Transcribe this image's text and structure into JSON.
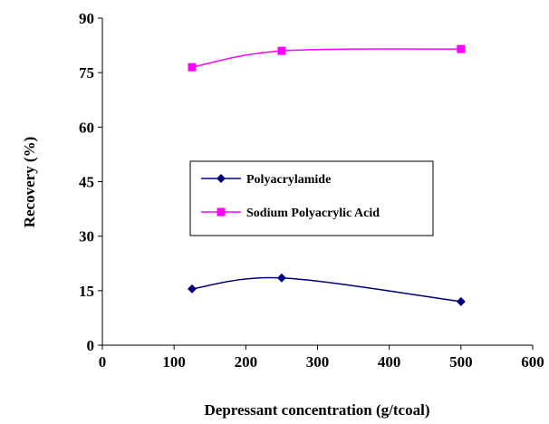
{
  "chart_data": {
    "type": "line",
    "title": "",
    "xlabel": "Depressant concentration (g/tcoal)",
    "ylabel": "Recovery (%)",
    "xlim": [
      0,
      600
    ],
    "ylim": [
      0,
      90
    ],
    "xticks": [
      0,
      100,
      200,
      300,
      400,
      500,
      600
    ],
    "yticks": [
      0,
      15,
      30,
      45,
      60,
      75,
      90
    ],
    "grid": false,
    "legend_position": "center",
    "series": [
      {
        "name": "Polyacrylamide",
        "color": "#000080",
        "marker": "diamond",
        "x": [
          125,
          250,
          500
        ],
        "y": [
          15.5,
          18.5,
          12
        ]
      },
      {
        "name": "Sodium Polyacrylic Acid",
        "color": "#ff00ff",
        "marker": "square",
        "x": [
          125,
          250,
          500
        ],
        "y": [
          76.5,
          81,
          81.5
        ]
      }
    ]
  }
}
